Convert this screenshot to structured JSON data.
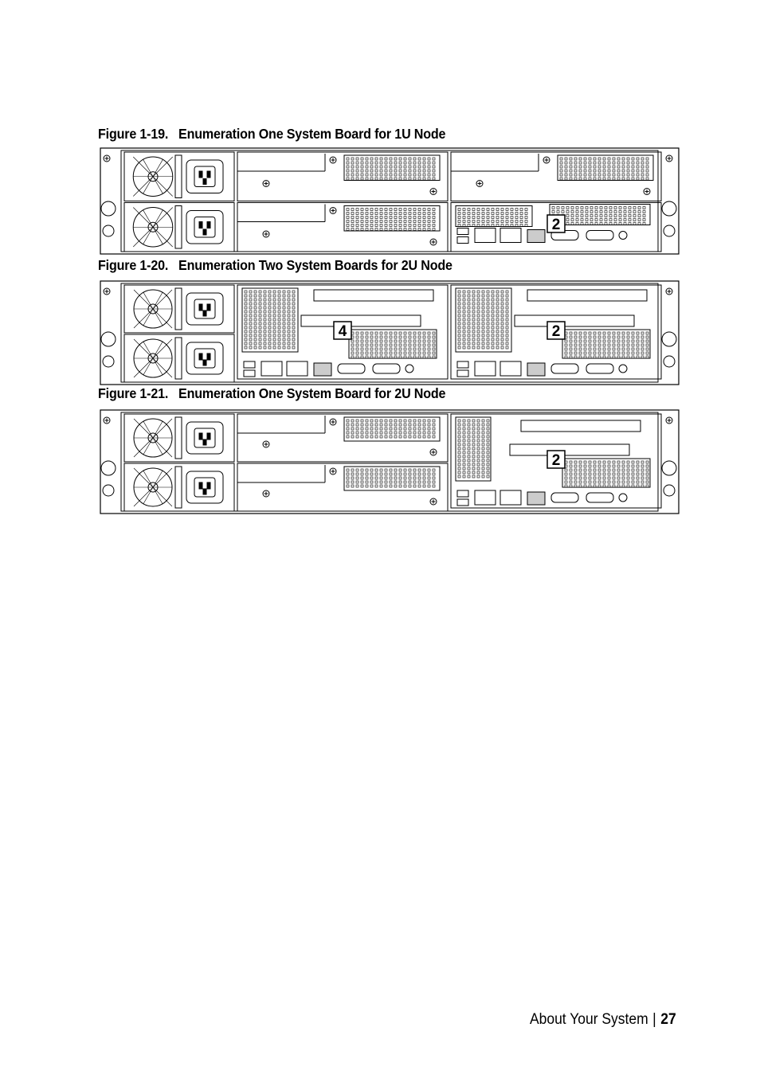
{
  "figures": [
    {
      "number": "Figure 1-19.",
      "title": "Enumeration One System Board for 1U Node",
      "type": "1u",
      "callouts": [
        "2"
      ]
    },
    {
      "number": "Figure 1-20.",
      "title": "Enumeration Two System Boards for 2U Node",
      "type": "2u-two",
      "callouts": [
        "4",
        "2"
      ]
    },
    {
      "number": "Figure 1-21.",
      "title": "Enumeration One System Board for 2U Node",
      "type": "2u-one",
      "callouts": [
        "2"
      ]
    }
  ],
  "footer": {
    "section": "About Your System",
    "separator": "|",
    "page": "27"
  }
}
